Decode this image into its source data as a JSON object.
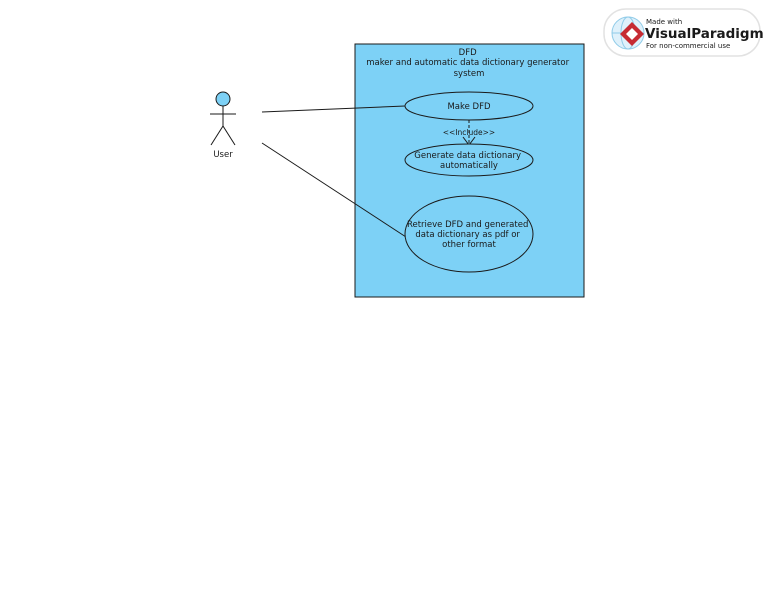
{
  "diagram": {
    "system": {
      "title_lines": [
        "DFD",
        "maker and automatic data dictionary generator",
        "system"
      ],
      "fill": "#7dd1f6"
    },
    "actor": {
      "name": "User",
      "head_color": "#7dd1f6"
    },
    "use_cases": [
      {
        "id": "make-dfd",
        "lines": [
          "Make DFD"
        ]
      },
      {
        "id": "generate-data-dictionary",
        "lines": [
          "Generate data dictionary",
          "automatically"
        ]
      },
      {
        "id": "retrieve-dfd",
        "lines": [
          "Retrieve DFD and generated",
          "data dictionary as pdf or",
          "other format"
        ]
      }
    ],
    "relationship": {
      "label": "<<Include>>"
    }
  },
  "watermark": {
    "made_with": "Made with",
    "brand": "VisualParadigm",
    "note": "For non-commercial use"
  }
}
